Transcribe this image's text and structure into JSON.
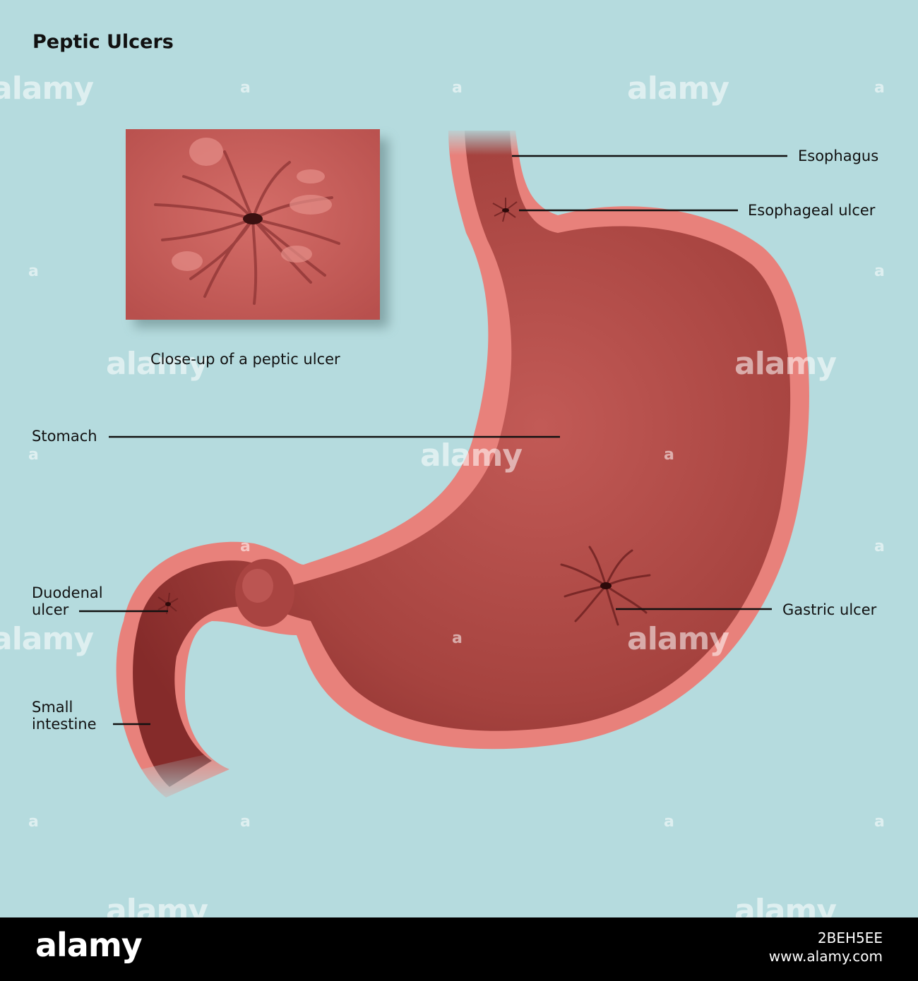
{
  "title": "Peptic Ulcers",
  "labels": {
    "esophagus": "Esophagus",
    "esophageal_ulcer": "Esophageal ulcer",
    "closeup": "Close-up of a peptic ulcer",
    "stomach": "Stomach",
    "duodenal_ulcer_1": "Duodenal",
    "duodenal_ulcer_2": "ulcer",
    "gastric_ulcer": "Gastric ulcer",
    "small_intestine_1": "Small",
    "small_intestine_2": "intestine"
  },
  "watermark": {
    "brand": "alamy",
    "mark": "a"
  },
  "footer": {
    "brand": "alamy",
    "image_id": "2BEH5EE",
    "site": "www.alamy.com"
  },
  "colors": {
    "background": "#b5dbde",
    "tissue_outer": "#e8817b",
    "tissue_inner": "#9e3a3a",
    "closeup_fill": "#c65c59"
  }
}
